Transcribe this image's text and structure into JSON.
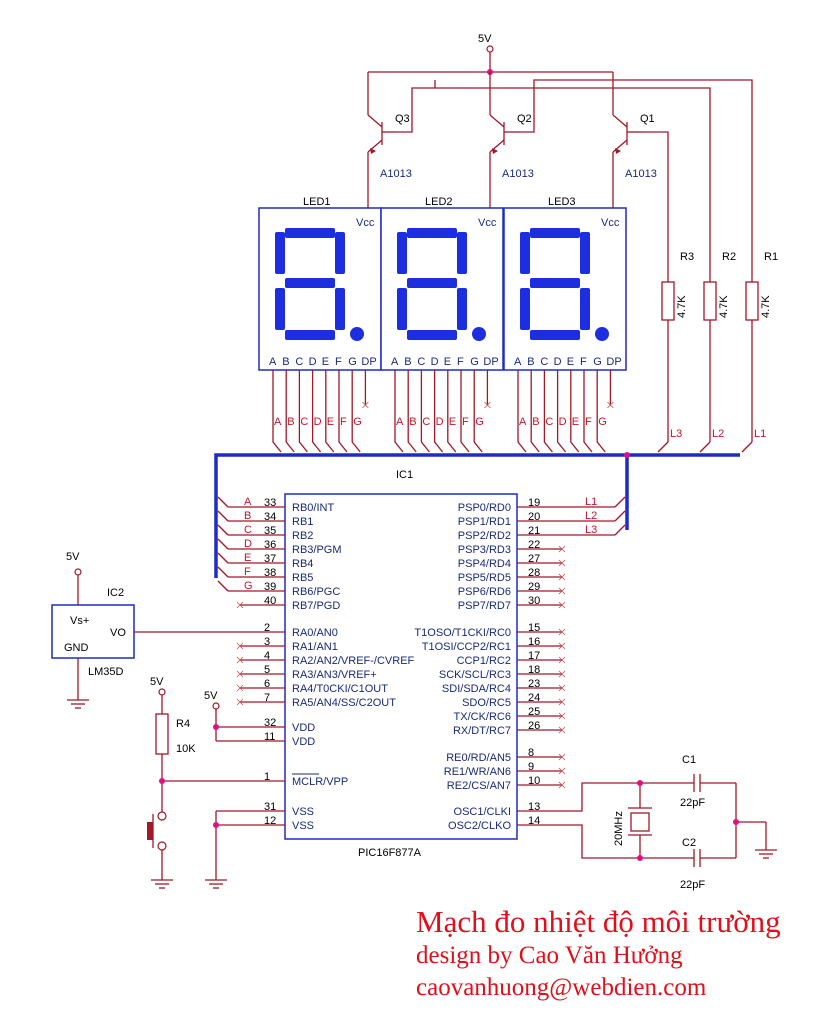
{
  "supply": {
    "top": "5V",
    "lm35": "5V",
    "r4": "5V",
    "vdd": "5V"
  },
  "transistors": [
    {
      "ref": "Q3",
      "part": "A1013"
    },
    {
      "ref": "Q2",
      "part": "A1013"
    },
    {
      "ref": "Q1",
      "part": "A1013"
    }
  ],
  "displays": [
    {
      "ref": "LED1",
      "vcc": "Vcc"
    },
    {
      "ref": "LED2",
      "vcc": "Vcc"
    },
    {
      "ref": "LED3",
      "vcc": "Vcc"
    }
  ],
  "segment_pins": [
    "A",
    "B",
    "C",
    "D",
    "E",
    "F",
    "G",
    "DP"
  ],
  "bus_letters": [
    "A",
    "B",
    "C",
    "D",
    "E",
    "F",
    "G"
  ],
  "resistors": [
    {
      "ref": "R3",
      "value": "4.7K",
      "line": "L3"
    },
    {
      "ref": "R2",
      "value": "4.7K",
      "line": "L2"
    },
    {
      "ref": "R1",
      "value": "4.7K",
      "line": "L1"
    }
  ],
  "mcu": {
    "ref": "IC1",
    "part": "PIC16F877A",
    "left_pins": [
      {
        "num": "33",
        "name": "RB0/INT",
        "net": "A"
      },
      {
        "num": "34",
        "name": "RB1",
        "net": "B"
      },
      {
        "num": "35",
        "name": "RB2",
        "net": "C"
      },
      {
        "num": "36",
        "name": "RB3/PGM",
        "net": "D"
      },
      {
        "num": "37",
        "name": "RB4",
        "net": "E"
      },
      {
        "num": "38",
        "name": "RB5",
        "net": "F"
      },
      {
        "num": "39",
        "name": "RB6/PGC",
        "net": "G"
      },
      {
        "num": "40",
        "name": "RB7/PGD",
        "net": ""
      },
      {
        "num": "2",
        "name": "RA0/AN0",
        "net": ""
      },
      {
        "num": "3",
        "name": "RA1/AN1",
        "net": ""
      },
      {
        "num": "4",
        "name": "RA2/AN2/VREF-/CVREF",
        "net": ""
      },
      {
        "num": "5",
        "name": "RA3/AN3/VREF+",
        "net": ""
      },
      {
        "num": "6",
        "name": "RA4/T0CKI/C1OUT",
        "net": ""
      },
      {
        "num": "7",
        "name": "RA5/AN4/SS/C2OUT",
        "net": ""
      },
      {
        "num": "32",
        "name": "VDD",
        "net": ""
      },
      {
        "num": "11",
        "name": "VDD",
        "net": ""
      },
      {
        "num": "1",
        "name": "MCLR/VPP",
        "net": ""
      },
      {
        "num": "31",
        "name": "VSS",
        "net": ""
      },
      {
        "num": "12",
        "name": "VSS",
        "net": ""
      }
    ],
    "right_pins": [
      {
        "num": "19",
        "name": "PSP0/RD0",
        "net": "L1"
      },
      {
        "num": "20",
        "name": "PSP1/RD1",
        "net": "L2"
      },
      {
        "num": "21",
        "name": "PSP2/RD2",
        "net": "L3"
      },
      {
        "num": "22",
        "name": "PSP3/RD3",
        "net": ""
      },
      {
        "num": "27",
        "name": "PSP4/RD4",
        "net": ""
      },
      {
        "num": "28",
        "name": "PSP5/RD5",
        "net": ""
      },
      {
        "num": "29",
        "name": "PSP6/RD6",
        "net": ""
      },
      {
        "num": "30",
        "name": "PSP7/RD7",
        "net": ""
      },
      {
        "num": "15",
        "name": "T1OSO/T1CKI/RC0",
        "net": ""
      },
      {
        "num": "16",
        "name": "T1OSI/CCP2/RC1",
        "net": ""
      },
      {
        "num": "17",
        "name": "CCP1/RC2",
        "net": ""
      },
      {
        "num": "18",
        "name": "SCK/SCL/RC3",
        "net": ""
      },
      {
        "num": "23",
        "name": "SDI/SDA/RC4",
        "net": ""
      },
      {
        "num": "24",
        "name": "SDO/RC5",
        "net": ""
      },
      {
        "num": "25",
        "name": "TX/CK/RC6",
        "net": ""
      },
      {
        "num": "26",
        "name": "RX/DT/RC7",
        "net": ""
      },
      {
        "num": "8",
        "name": "RE0/RD/AN5",
        "net": ""
      },
      {
        "num": "9",
        "name": "RE1/WR/AN6",
        "net": ""
      },
      {
        "num": "10",
        "name": "RE2/CS/AN7",
        "net": ""
      },
      {
        "num": "13",
        "name": "OSC1/CLKI",
        "net": ""
      },
      {
        "num": "14",
        "name": "OSC2/CLKO",
        "net": ""
      }
    ]
  },
  "sensor": {
    "ref": "IC2",
    "part": "LM35D",
    "pin_vs": "Vs+",
    "pin_vo": "VO",
    "pin_gnd": "GND"
  },
  "reset": {
    "ref": "R4",
    "value": "10K"
  },
  "crystal": {
    "value": "20MHz"
  },
  "capacitors": [
    {
      "ref": "C1",
      "value": "22pF"
    },
    {
      "ref": "C2",
      "value": "22pF"
    }
  ],
  "credits": {
    "title": "Mạch đo nhiệt độ môi trường",
    "author": "design by Cao Văn Hưởng",
    "email": "caovanhuong@webdien.com"
  }
}
